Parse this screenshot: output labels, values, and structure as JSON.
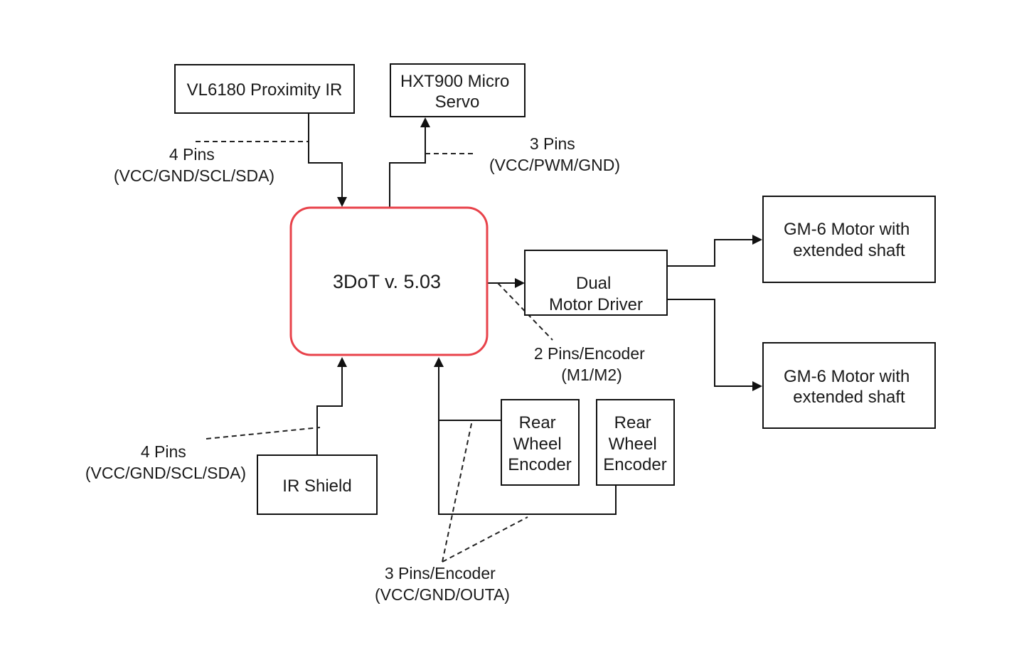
{
  "nodes": {
    "main": "3DoT v. 5.03",
    "vl6180": "VL6180 Proximity IR",
    "servo": [
      "HXT900 Micro",
      "Servo"
    ],
    "motor_driver": [
      "Dual",
      "Motor Driver"
    ],
    "motor_top": [
      "GM-6 Motor with",
      "extended shaft"
    ],
    "motor_bottom": [
      "GM-6 Motor with",
      "extended shaft"
    ],
    "encoder_left": [
      "Rear",
      "Wheel",
      "Encoder"
    ],
    "encoder_right": [
      "Rear",
      "Wheel",
      "Encoder"
    ],
    "ir_shield": "IR Shield"
  },
  "labels": {
    "vl6180_pins": [
      "4 Pins",
      "(VCC/GND/SCL/SDA)"
    ],
    "servo_pins": [
      "3 Pins",
      "(VCC/PWM/GND)"
    ],
    "driver_pins": [
      "2 Pins/Encoder",
      "(M1/M2)"
    ],
    "ir_pins": [
      "4 Pins",
      "(VCC/GND/SCL/SDA)"
    ],
    "encoder_pins": [
      "3 Pins/Encoder",
      "(VCC/GND/OUTA)"
    ]
  },
  "colors": {
    "main_border": "#e8424a",
    "line": "#111111"
  }
}
